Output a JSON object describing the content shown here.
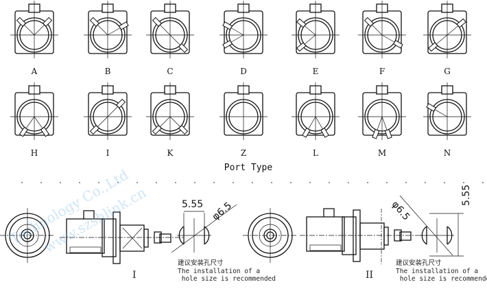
{
  "title": "Port Type",
  "ports": [
    {
      "label": "A",
      "keys": [
        -45,
        45
      ]
    },
    {
      "label": "B",
      "keys": [
        -45,
        60
      ]
    },
    {
      "label": "C",
      "keys": [
        -45,
        135
      ]
    },
    {
      "label": "D",
      "keys": [
        -60,
        -120
      ]
    },
    {
      "label": "E",
      "keys": [
        -50,
        -130
      ]
    },
    {
      "label": "F",
      "keys": [
        -45,
        120
      ]
    },
    {
      "label": "G",
      "keys": [
        50,
        -130
      ]
    },
    {
      "label": "H",
      "keys": [
        -145,
        145
      ]
    },
    {
      "label": "I",
      "keys": [
        45,
        -135
      ]
    },
    {
      "label": "K",
      "keys": [
        -135,
        135
      ]
    },
    {
      "label": "Z",
      "keys": []
    },
    {
      "label": "L",
      "keys": [
        -150,
        150
      ]
    },
    {
      "label": "M",
      "keys": [
        -160,
        160
      ]
    },
    {
      "label": "N",
      "keys": [
        -60
      ]
    }
  ],
  "views": [
    {
      "label": "I",
      "dim_a": "5.55",
      "dim_b": "φ6.5",
      "note_cn": "建议安装孔尺寸",
      "note_en": "The installation of a\n hole size is recommended"
    },
    {
      "label": "II",
      "dim_a": "5.55",
      "dim_b": "φ6.5",
      "note_cn": "建议安装孔尺寸",
      "note_en": "The installation of a\n hole size is recommended"
    }
  ],
  "watermark": [
    "Technology Co.,Ltd",
    "www.szshlink.cn"
  ],
  "colors": {
    "line": "#111111",
    "watermark": "#78b4e6"
  }
}
